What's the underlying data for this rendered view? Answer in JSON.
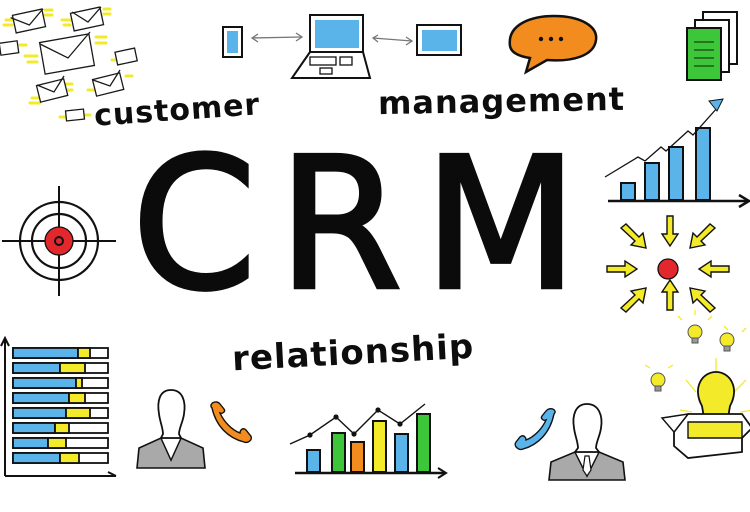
{
  "illustration": {
    "title": "CRM",
    "words": {
      "top_left": "customer",
      "top_right": "management",
      "bottom": "relationship"
    },
    "colors": {
      "ink": "#0b0b0b",
      "blue": "#5ab4ea",
      "yellow": "#f3ea2a",
      "orange": "#f28c1e",
      "green": "#3ec63a",
      "red": "#e3282d",
      "gray": "#a9a9a9"
    },
    "icons": [
      "email-envelopes-icon",
      "smartphone-icon",
      "laptop-icon",
      "tablet-icon",
      "speech-bubble-icon",
      "documents-icon",
      "growth-bar-chart-icon",
      "target-icon",
      "converging-arrows-icon",
      "lightbulbs-box-icon",
      "horizontal-bar-chart-icon",
      "customer-avatar-icon",
      "phone-orange-icon",
      "column-line-chart-icon",
      "phone-blue-icon",
      "businessman-avatar-icon"
    ],
    "speech_bubble_text": "..."
  }
}
